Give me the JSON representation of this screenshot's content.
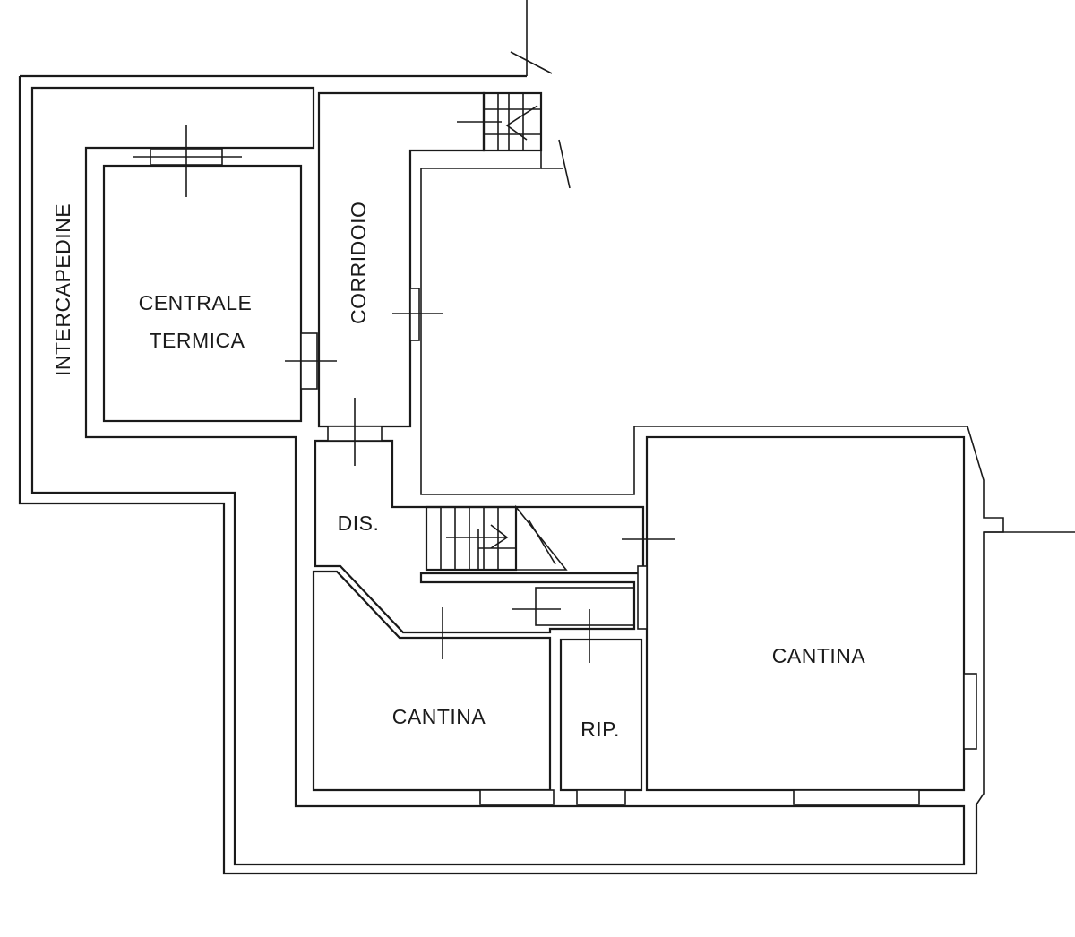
{
  "plan": {
    "rooms": {
      "intercapedine": "INTERCAPEDINE",
      "centrale_line1": "CENTRALE",
      "centrale_line2": "TERMICA",
      "corridoio": "CORRIDOIO",
      "dis": "DIS.",
      "cantina_small": "CANTINA",
      "rip": "RIP.",
      "cantina_large": "CANTINA"
    }
  }
}
